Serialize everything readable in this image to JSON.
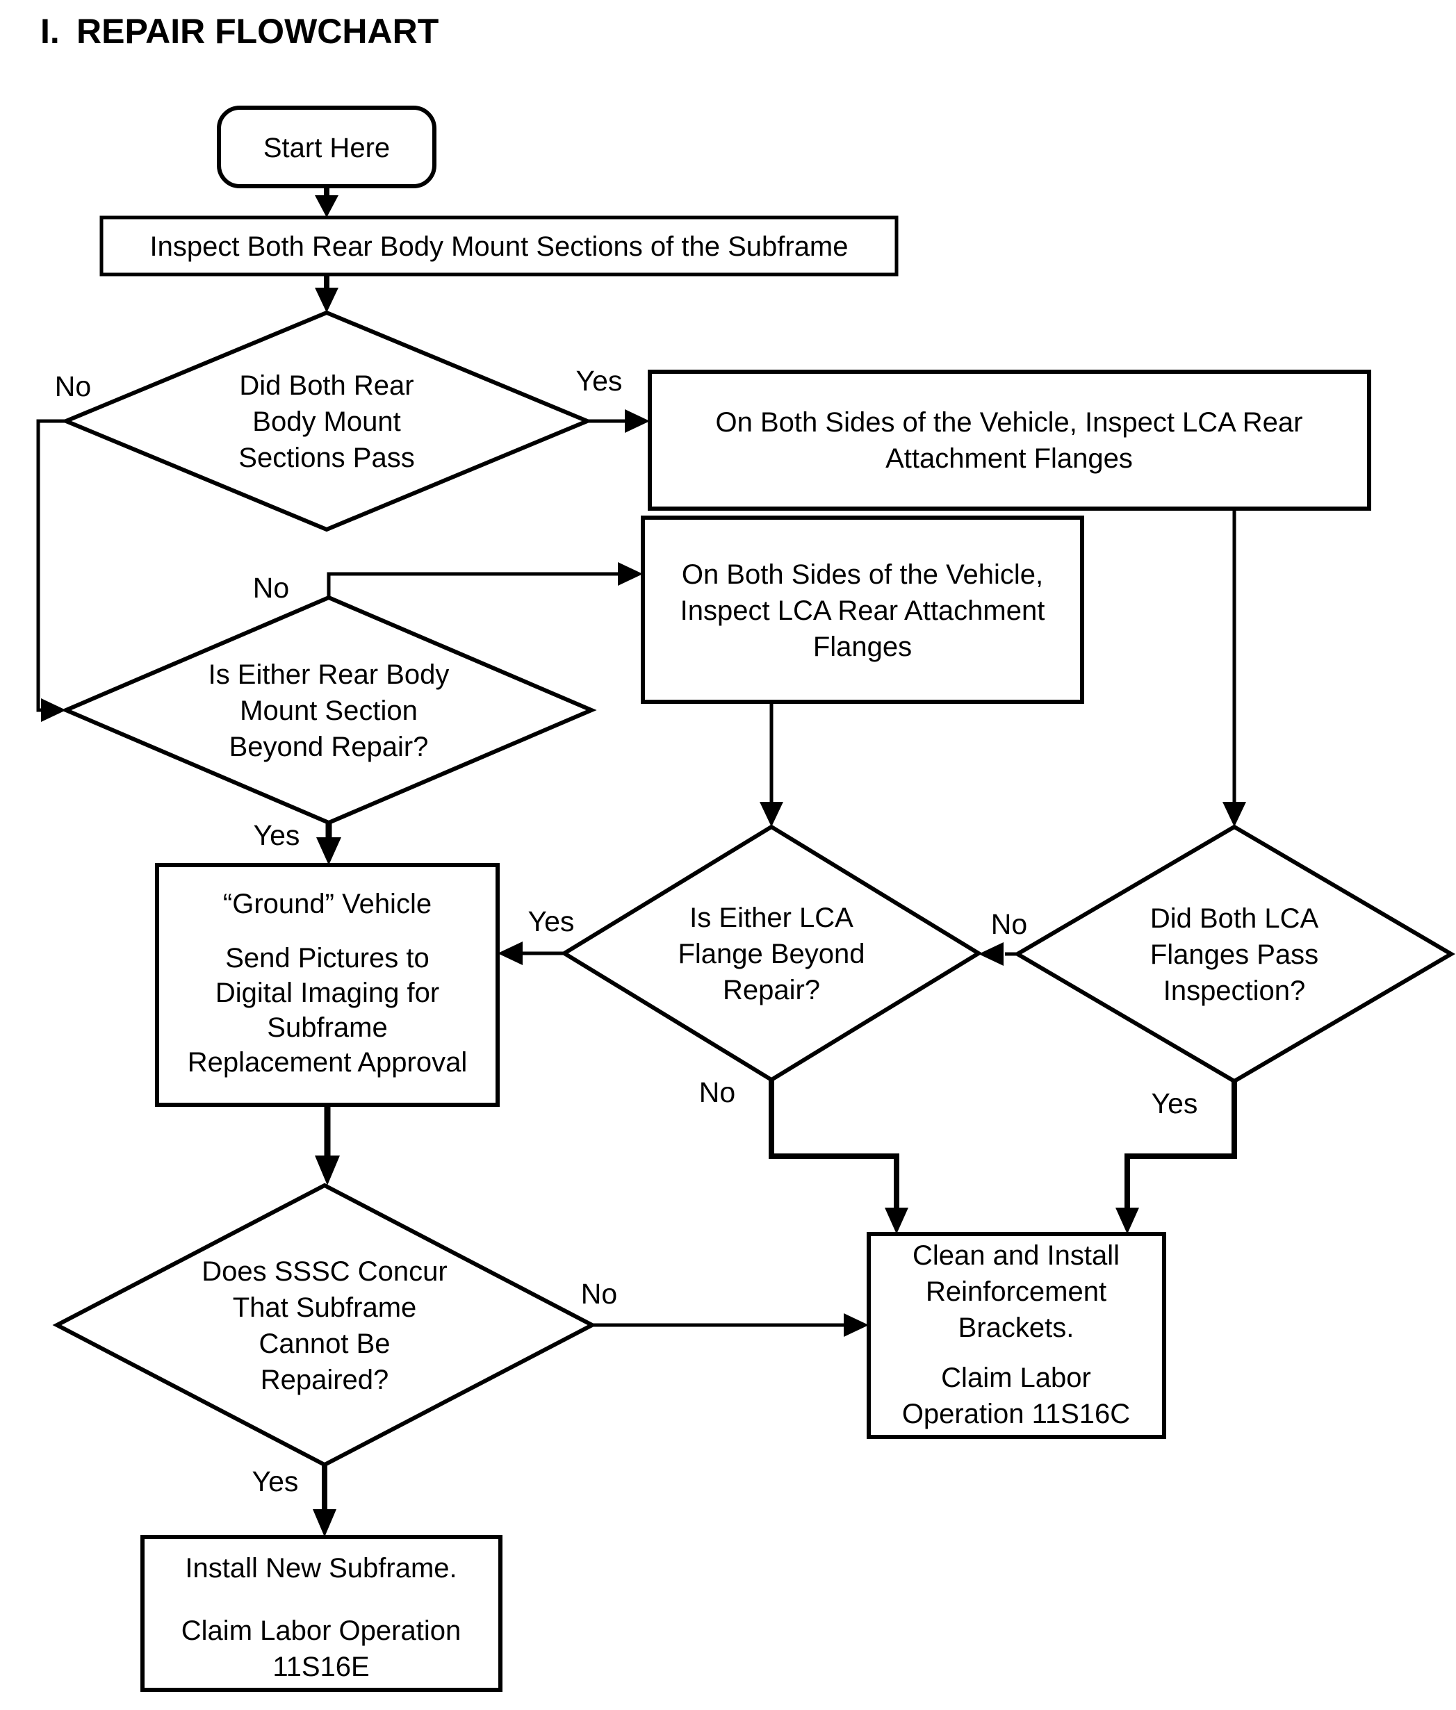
{
  "title": {
    "numeral": "I.",
    "text": "REPAIR FLOWCHART"
  },
  "colors": {
    "ink": "#000000",
    "background": "#ffffff"
  },
  "nodes": {
    "start": {
      "type": "terminator",
      "label": "Start Here"
    },
    "inspect_mounts": {
      "type": "process",
      "lines": [
        "Inspect Both Rear Body Mount Sections of the Subframe"
      ]
    },
    "mounts_pass": {
      "type": "decision",
      "lines": [
        "Did Both Rear",
        "Body Mount",
        "Sections Pass"
      ]
    },
    "inspect_lca_right": {
      "type": "process",
      "lines": [
        "On Both Sides of the Vehicle, Inspect LCA Rear",
        "Attachment Flanges"
      ]
    },
    "inspect_lca_mid": {
      "type": "process",
      "lines": [
        "On Both Sides of the Vehicle,",
        "Inspect LCA Rear Attachment",
        "Flanges"
      ]
    },
    "mount_beyond_repair": {
      "type": "decision",
      "lines": [
        "Is Either Rear Body",
        "Mount Section",
        "Beyond Repair?"
      ]
    },
    "ground_vehicle": {
      "type": "process",
      "lines": [
        "“Ground” Vehicle",
        "Send Pictures to",
        "Digital Imaging for",
        "Subframe",
        "Replacement Approval"
      ]
    },
    "lca_beyond_repair": {
      "type": "decision",
      "lines": [
        "Is Either LCA",
        "Flange Beyond",
        "Repair?"
      ]
    },
    "lca_pass": {
      "type": "decision",
      "lines": [
        "Did Both LCA",
        "Flanges Pass",
        "Inspection?"
      ]
    },
    "sssc_concur": {
      "type": "decision",
      "lines": [
        "Does SSSC Concur",
        "That Subframe",
        "Cannot Be",
        "Repaired?"
      ]
    },
    "install_brackets": {
      "type": "process",
      "lines": [
        "Clean and Install",
        "Reinforcement",
        "Brackets.",
        "Claim Labor",
        "Operation 11S16C"
      ]
    },
    "install_subframe": {
      "type": "process",
      "lines": [
        "Install New Subframe.",
        "Claim Labor Operation",
        "11S16E"
      ]
    }
  },
  "edge_labels": {
    "mounts_pass_no": "No",
    "mounts_pass_yes": "Yes",
    "mount_beyond_no": "No",
    "mount_beyond_yes": "Yes",
    "lca_beyond_yes": "Yes",
    "lca_beyond_no": "No",
    "lca_pass_no": "No",
    "lca_pass_yes": "Yes",
    "sssc_no": "No",
    "sssc_yes": "Yes"
  }
}
